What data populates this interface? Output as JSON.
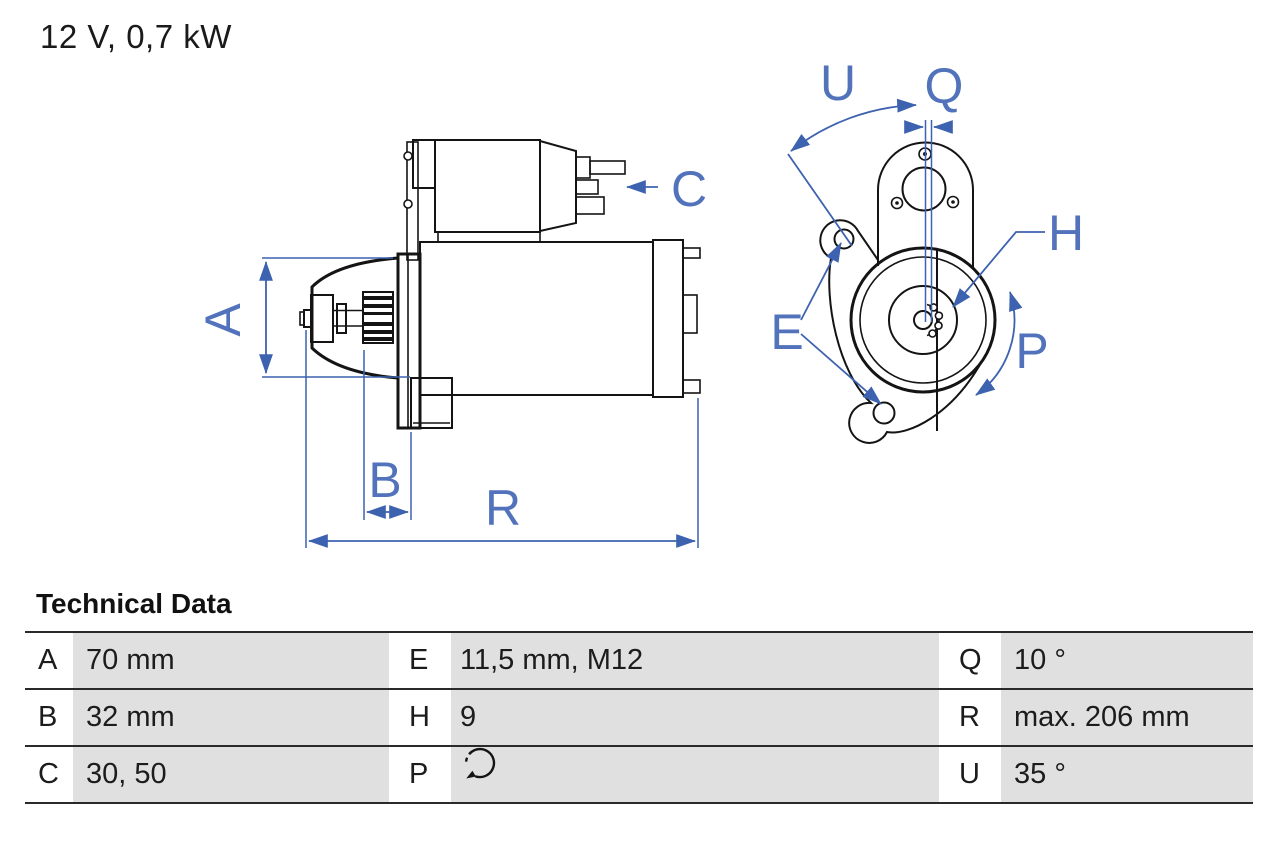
{
  "header": {
    "spec": "12 V, 0,7 kW"
  },
  "drawing": {
    "labels": {
      "A": "A",
      "B": "B",
      "C": "C",
      "R": "R",
      "U": "U",
      "Q": "Q",
      "H": "H",
      "E": "E",
      "P": "P"
    },
    "views": {
      "side": "starter motor side view",
      "front": "starter motor front view"
    }
  },
  "table": {
    "title": "Technical Data",
    "rows": [
      [
        {
          "label": "A",
          "value": "70 mm"
        },
        {
          "label": "E",
          "value": "11,5 mm, M12"
        },
        {
          "label": "Q",
          "value": "10 °"
        }
      ],
      [
        {
          "label": "B",
          "value": "32 mm"
        },
        {
          "label": "H",
          "value": "9"
        },
        {
          "label": "R",
          "value": "max. 206 mm"
        }
      ],
      [
        {
          "label": "C",
          "value": "30, 50"
        },
        {
          "label": "P",
          "value": "",
          "icon": "rotation-direction"
        },
        {
          "label": "U",
          "value": "35 °"
        }
      ]
    ]
  },
  "colors": {
    "annotation_blue": "#3d62af",
    "drawing_black": "#141414",
    "cell_gray": "#e0e0e0",
    "table_border": "#2a2a2a"
  }
}
